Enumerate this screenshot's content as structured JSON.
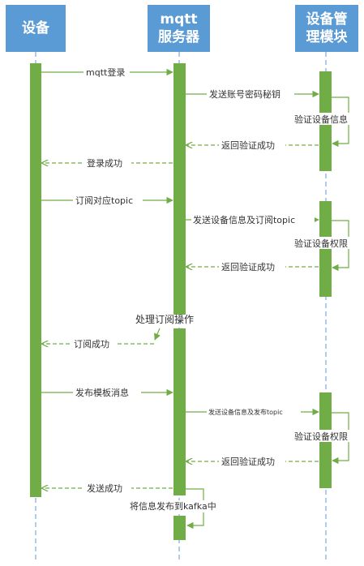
{
  "participants": {
    "device": "设备",
    "server": "mqtt\n服务器",
    "manager": "设备管\n理模块"
  },
  "messages": {
    "m1": "mqtt登录",
    "m2": "发送账号密码秘钥",
    "m3": "验证设备信息",
    "m4": "返回验证成功",
    "m5": "登录成功",
    "m6": "订阅对应topic",
    "m7": "发送设备信息及订阅topic",
    "m8": "验证设备权限",
    "m9": "返回验证成功",
    "m10": "处理订阅操作",
    "m11": "订阅成功",
    "m12": "发布模板消息",
    "m13": "发送设备信息及发布topic",
    "m14": "验证设备权限",
    "m15": "返回验证成功",
    "m16": "发送成功",
    "m17": "将信息发布到kafka中"
  },
  "colors": {
    "header": "#5b9bd5",
    "activation": "#70ad47",
    "lifeline": "#5b9bd5"
  }
}
